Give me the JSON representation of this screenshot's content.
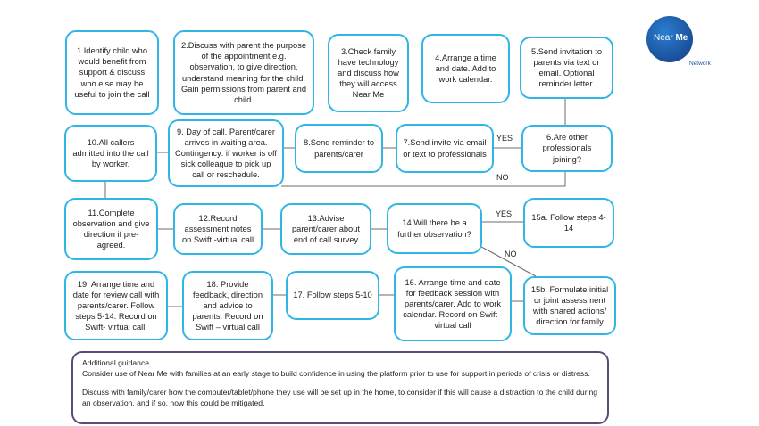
{
  "logo": {
    "brand_a": "Near ",
    "brand_b": "Me",
    "sub": "Network"
  },
  "steps": {
    "s1": "1.Identify child who would benefit from support & discuss who else may be useful to join the call",
    "s2": "2.Discuss with parent the purpose of the appointment e.g. observation, to give direction, understand meaning for the child. Gain permissions from parent and child.",
    "s3": "3.Check family have technology and discuss how they will access Near Me",
    "s4": "4.Arrange a time and date. Add to work calendar.",
    "s5": "5.Send invitation to parents via text or email. Optional reminder letter.",
    "s6": "6.Are other professionals joining?",
    "s7": "7.Send invite via email or text to professionals",
    "s8": "8.Send reminder to parents/carer",
    "s9": "9. Day of call.  Parent/carer arrives in waiting area. Contingency: if worker is off sick colleague to pick up call or reschedule.",
    "s10": "10.All callers admitted into the call by worker.",
    "s11": "11.Complete observation and give direction if pre-agreed.",
    "s12": "12.Record assessment notes on Swift -virtual call",
    "s13": "13.Advise parent/carer about end of call survey",
    "s14": "14.Will there be a further observation?",
    "s15a": "15a. Follow steps 4-14",
    "s15b": "15b. Formulate initial or joint assessment with shared actions/ direction for family",
    "s16": "16. Arrange time and date for feedback session with parents/carer. Add to work calendar. Record on Swift - virtual call",
    "s17": "17. Follow steps 5-10",
    "s18": "18. Provide feedback, direction and advice to parents. Record on Swift – virtual call",
    "s19": "19. Arrange time and date for review call with parents/carer. Follow steps 5-14. Record on Swift- virtual call."
  },
  "labels": {
    "yes1": "YES",
    "no1": "NO",
    "yes2": "YES",
    "no2": "NO"
  },
  "guidance": {
    "title": "Additional guidance",
    "p1": "Consider use of Near Me with families at an early stage  to build confidence in using the platform prior to use for support in periods of crisis or distress.",
    "p2": "Discuss with family/carer how the computer/tablet/phone they use will be set up in the home, to consider if this will cause a distraction to the child during an observation, and if so, how this could be mitigated."
  }
}
